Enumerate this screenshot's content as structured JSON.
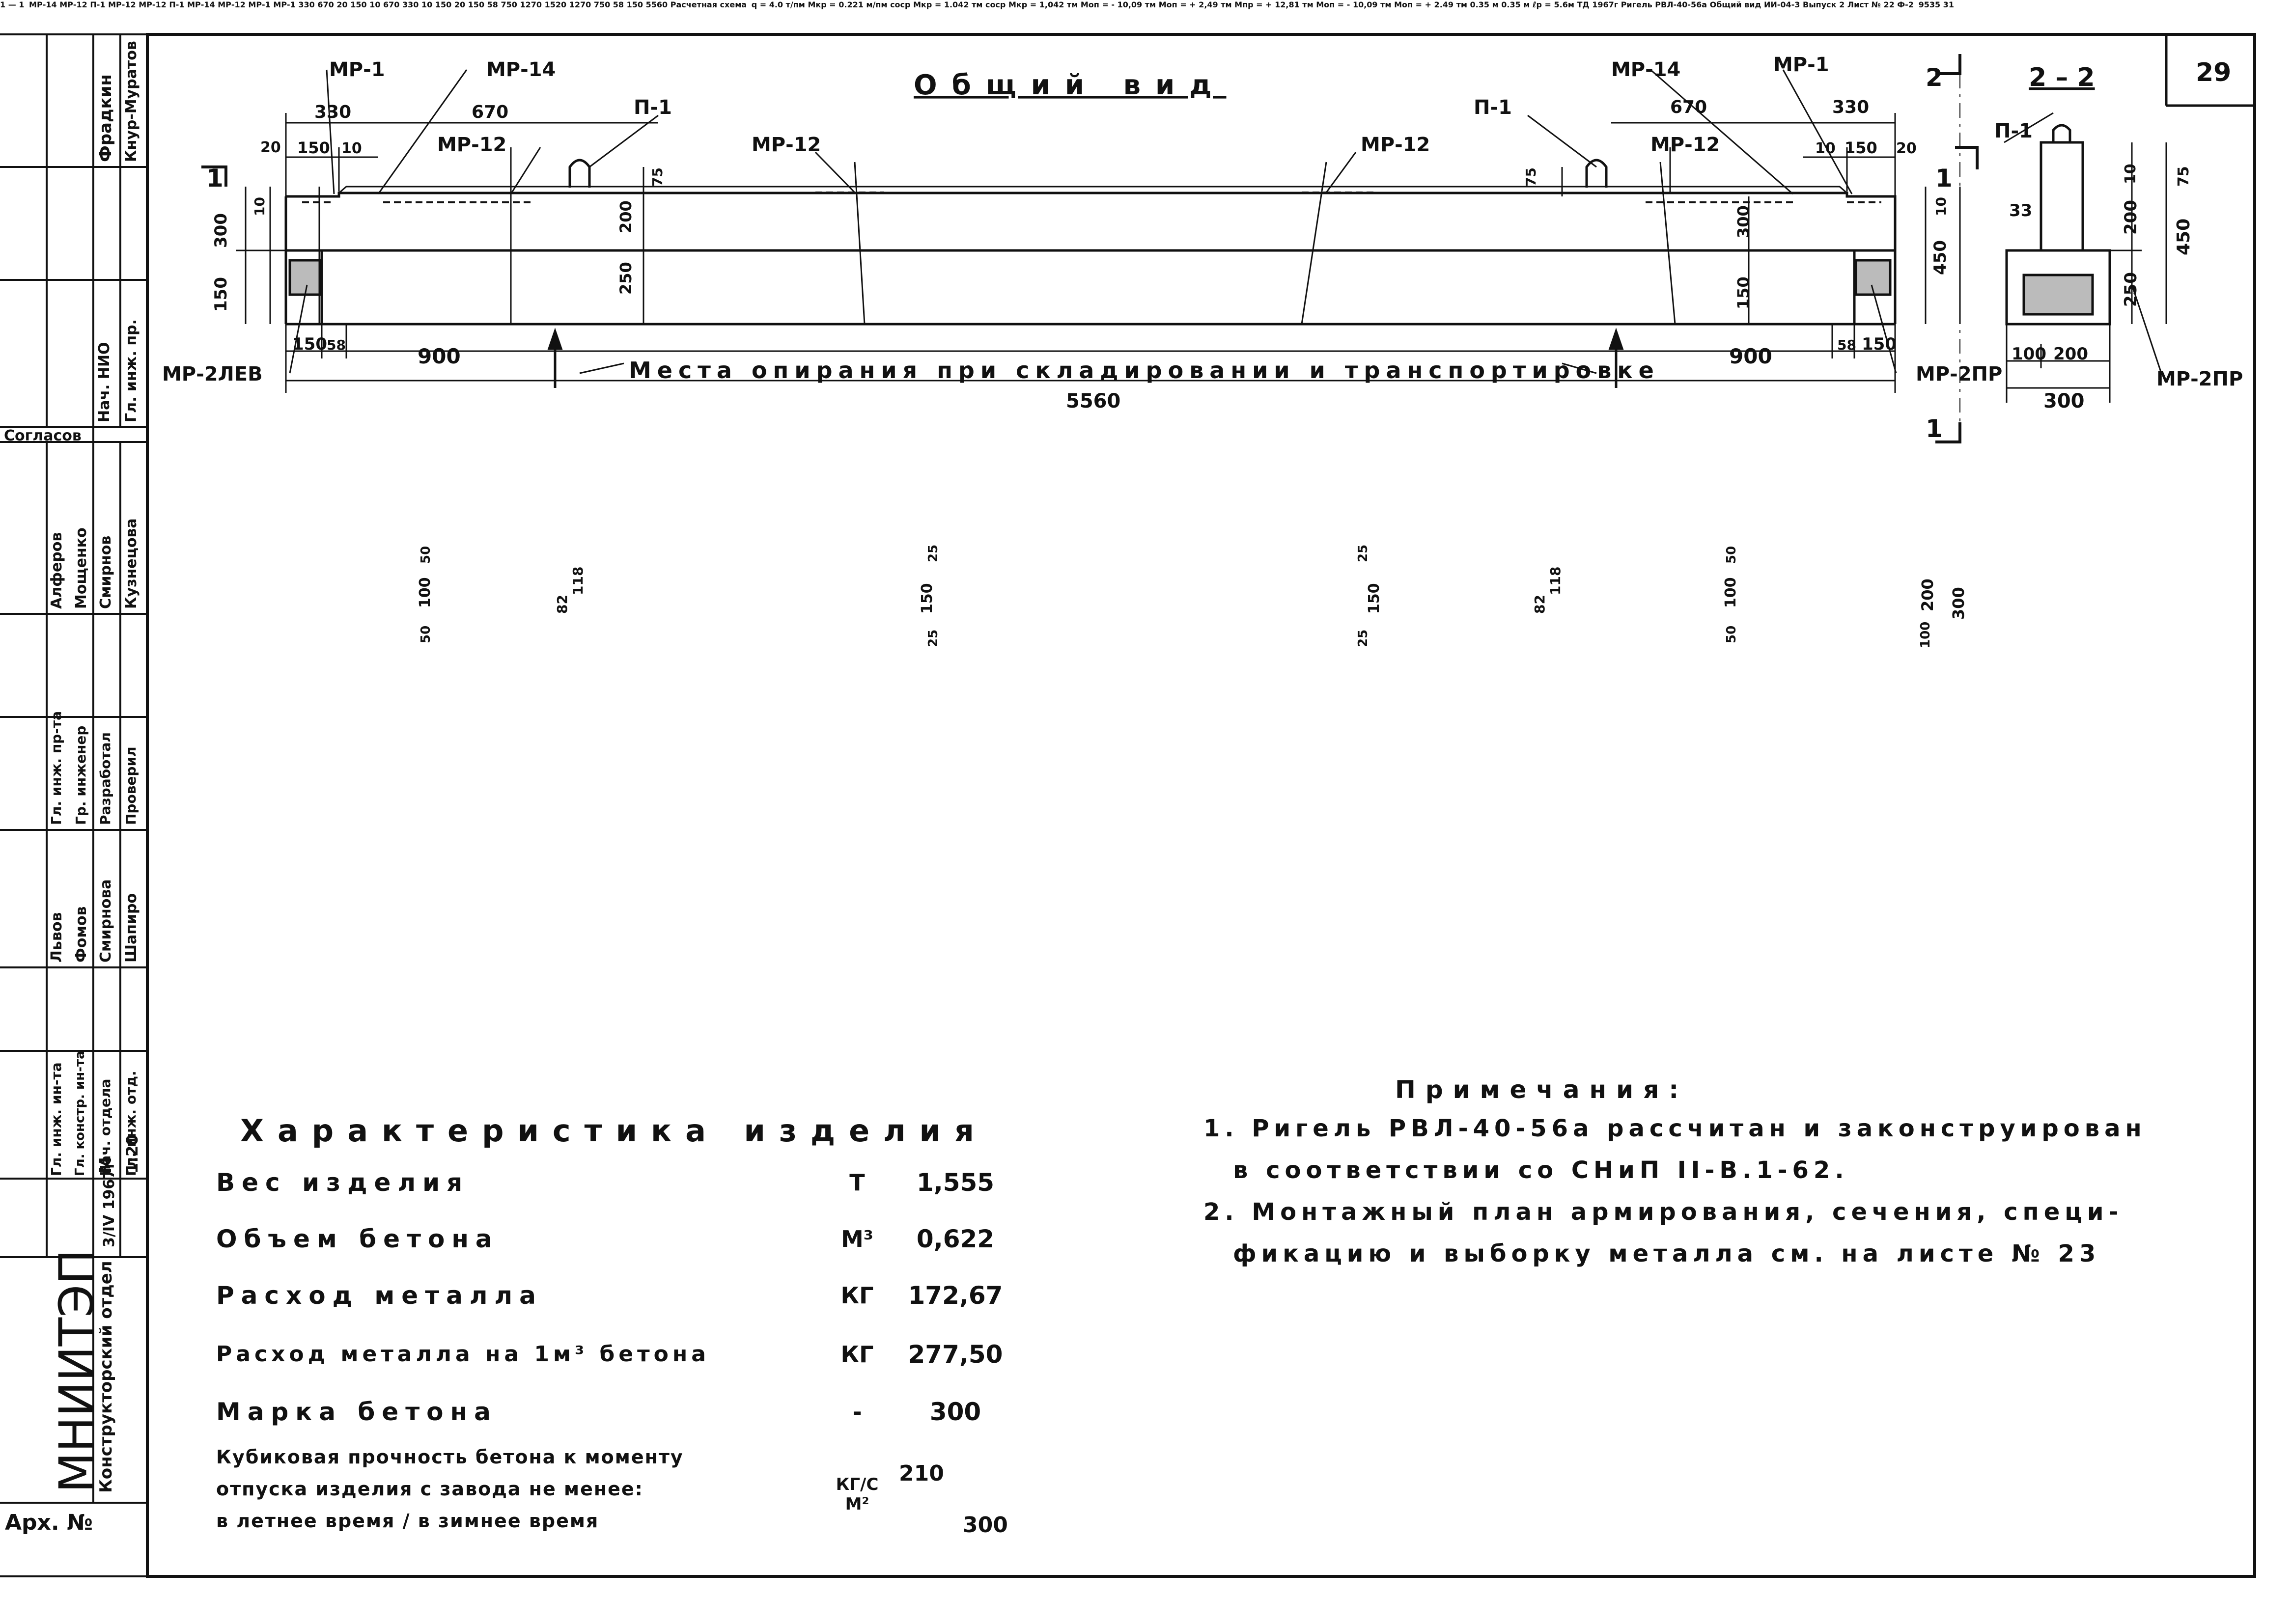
{
  "sheet_number": "29",
  "general_view": {
    "title": "Общий вид",
    "support_note": "Места опирания при складировании и транспортировке",
    "labels": {
      "mr1": "МР-1",
      "mr14": "МР-14",
      "mr12": "МР-12",
      "p1": "П-1",
      "mr2lev": "МР-2ЛЕВ",
      "mr2pr": "МР-2ПР",
      "sec1": "1",
      "sec2": "2"
    },
    "dims": {
      "d330": "330",
      "d670": "670",
      "d20": "20",
      "d150": "150",
      "d10": "10",
      "d300": "300",
      "d200": "200",
      "d75": "75",
      "d250": "250",
      "d58": "58",
      "d900": "900",
      "d450": "450",
      "total": "5560"
    }
  },
  "section_22": {
    "title": "2 – 2",
    "dims": {
      "d33": "33",
      "d10": "10",
      "d75": "75",
      "d200": "200",
      "d250": "250",
      "d450": "450",
      "d100": "100",
      "d200b": "200",
      "d300": "300"
    }
  },
  "plan_11": {
    "title": "1 — 1",
    "dims": {
      "d330": "330",
      "d670": "670",
      "d10": "10",
      "d150": "150",
      "d20": "20",
      "d50": "50",
      "d100": "100",
      "d82": "82",
      "d118": "118",
      "d25": "25",
      "d150b": "150",
      "d58": "58",
      "d750": "750",
      "d1270": "1270",
      "d1520": "1520",
      "d200": "200",
      "d300": "300",
      "total": "5560"
    }
  },
  "scheme": {
    "title": "Расчетная схема",
    "load": "q = 4.0 т/пм",
    "mkr_ow": "Mкр = 0.221 м/пм",
    "mkr_left": "Mкр = 1.042 тм",
    "mkr_right": "Mкр = 1,042 тм",
    "sosr": "сосp",
    "mop_left1": "Mоп = - 10,09 тм",
    "mop_left2": "Mоп = + 2,49 тм",
    "mpr": "Mпр = + 12,81 тм",
    "mop_right1": "Mоп = - 10,09 тм",
    "mop_right2": "Mоп = + 2.49 тм",
    "support_left": "0.35 м",
    "support_right": "0.35 м",
    "span": "ℓр = 5.6м"
  },
  "characteristics": {
    "title": "Характеристика изделия",
    "rows": [
      {
        "name": "Вес изделия",
        "unit": "Т",
        "value": "1,555"
      },
      {
        "name": "Объем бетона",
        "unit": "М³",
        "value": "0,622"
      },
      {
        "name": "Расход металла",
        "unit": "КГ",
        "value": "172,67"
      },
      {
        "name": "Расход металла на 1м³ бетона",
        "unit": "КГ",
        "value": "277,50"
      },
      {
        "name": "Марка бетона",
        "unit": "-",
        "value": "300"
      },
      {
        "name_l1": "Кубиковая прочность бетона к моменту",
        "name_l2": "отпуска изделия с завода не менее:",
        "name_l3": "в летнее время / в зимнее время",
        "unit": "КГ/СМ²",
        "value_a": "210",
        "value_b": "300"
      }
    ]
  },
  "notes": {
    "title": "Примечания:",
    "n1_l1": "1. Ригель РВЛ-40-56а рассчитан и законструирован",
    "n1_l2": "в соответствии со СНиП II-В.1-62.",
    "n2_l1": "2. Монтажный план армирования, сечения, специ-",
    "n2_l2": "фикацию и выборку металла см. на листе № 23"
  },
  "title_block": {
    "td": "ТД",
    "year": "1967г",
    "name": "Ригель РВЛ-40-56а",
    "view": "Общий вид",
    "code": "ИИ-04-3",
    "issue_label": "Выпуск",
    "issue": "2",
    "sheet_label": "Лист №",
    "sheet": "22"
  },
  "side_stamp": {
    "org": "МНИИТЭП",
    "dept": "Конструкторский отдел",
    "arch": "Арх. №",
    "date": "3/IV 1967г",
    "scale_m": "М",
    "scale": "1:20",
    "agreed": "Согласов",
    "roles_top": [
      "Нач. НИО",
      "Гл. инж. пр."
    ],
    "names_top": [
      "Фрадкин",
      "Кнур-Муратов"
    ],
    "roles_mid": [
      "Гл. инж. пр-та",
      "Гр. инженер",
      "Разработал",
      "Проверил"
    ],
    "names_mid": [
      "Алферов",
      "Мощенко",
      "Смирнов",
      "Кузнецова"
    ],
    "roles_low": [
      "Гл. инж. ин-та",
      "Гл. констр. ин-та",
      "Нач. отдела",
      "Гл. инж. отд."
    ],
    "names_low": [
      "Львов",
      "Фомов",
      "Смирнова",
      "Шапиро"
    ]
  },
  "footer": {
    "left": "Ф-2",
    "right": "9535  31"
  }
}
